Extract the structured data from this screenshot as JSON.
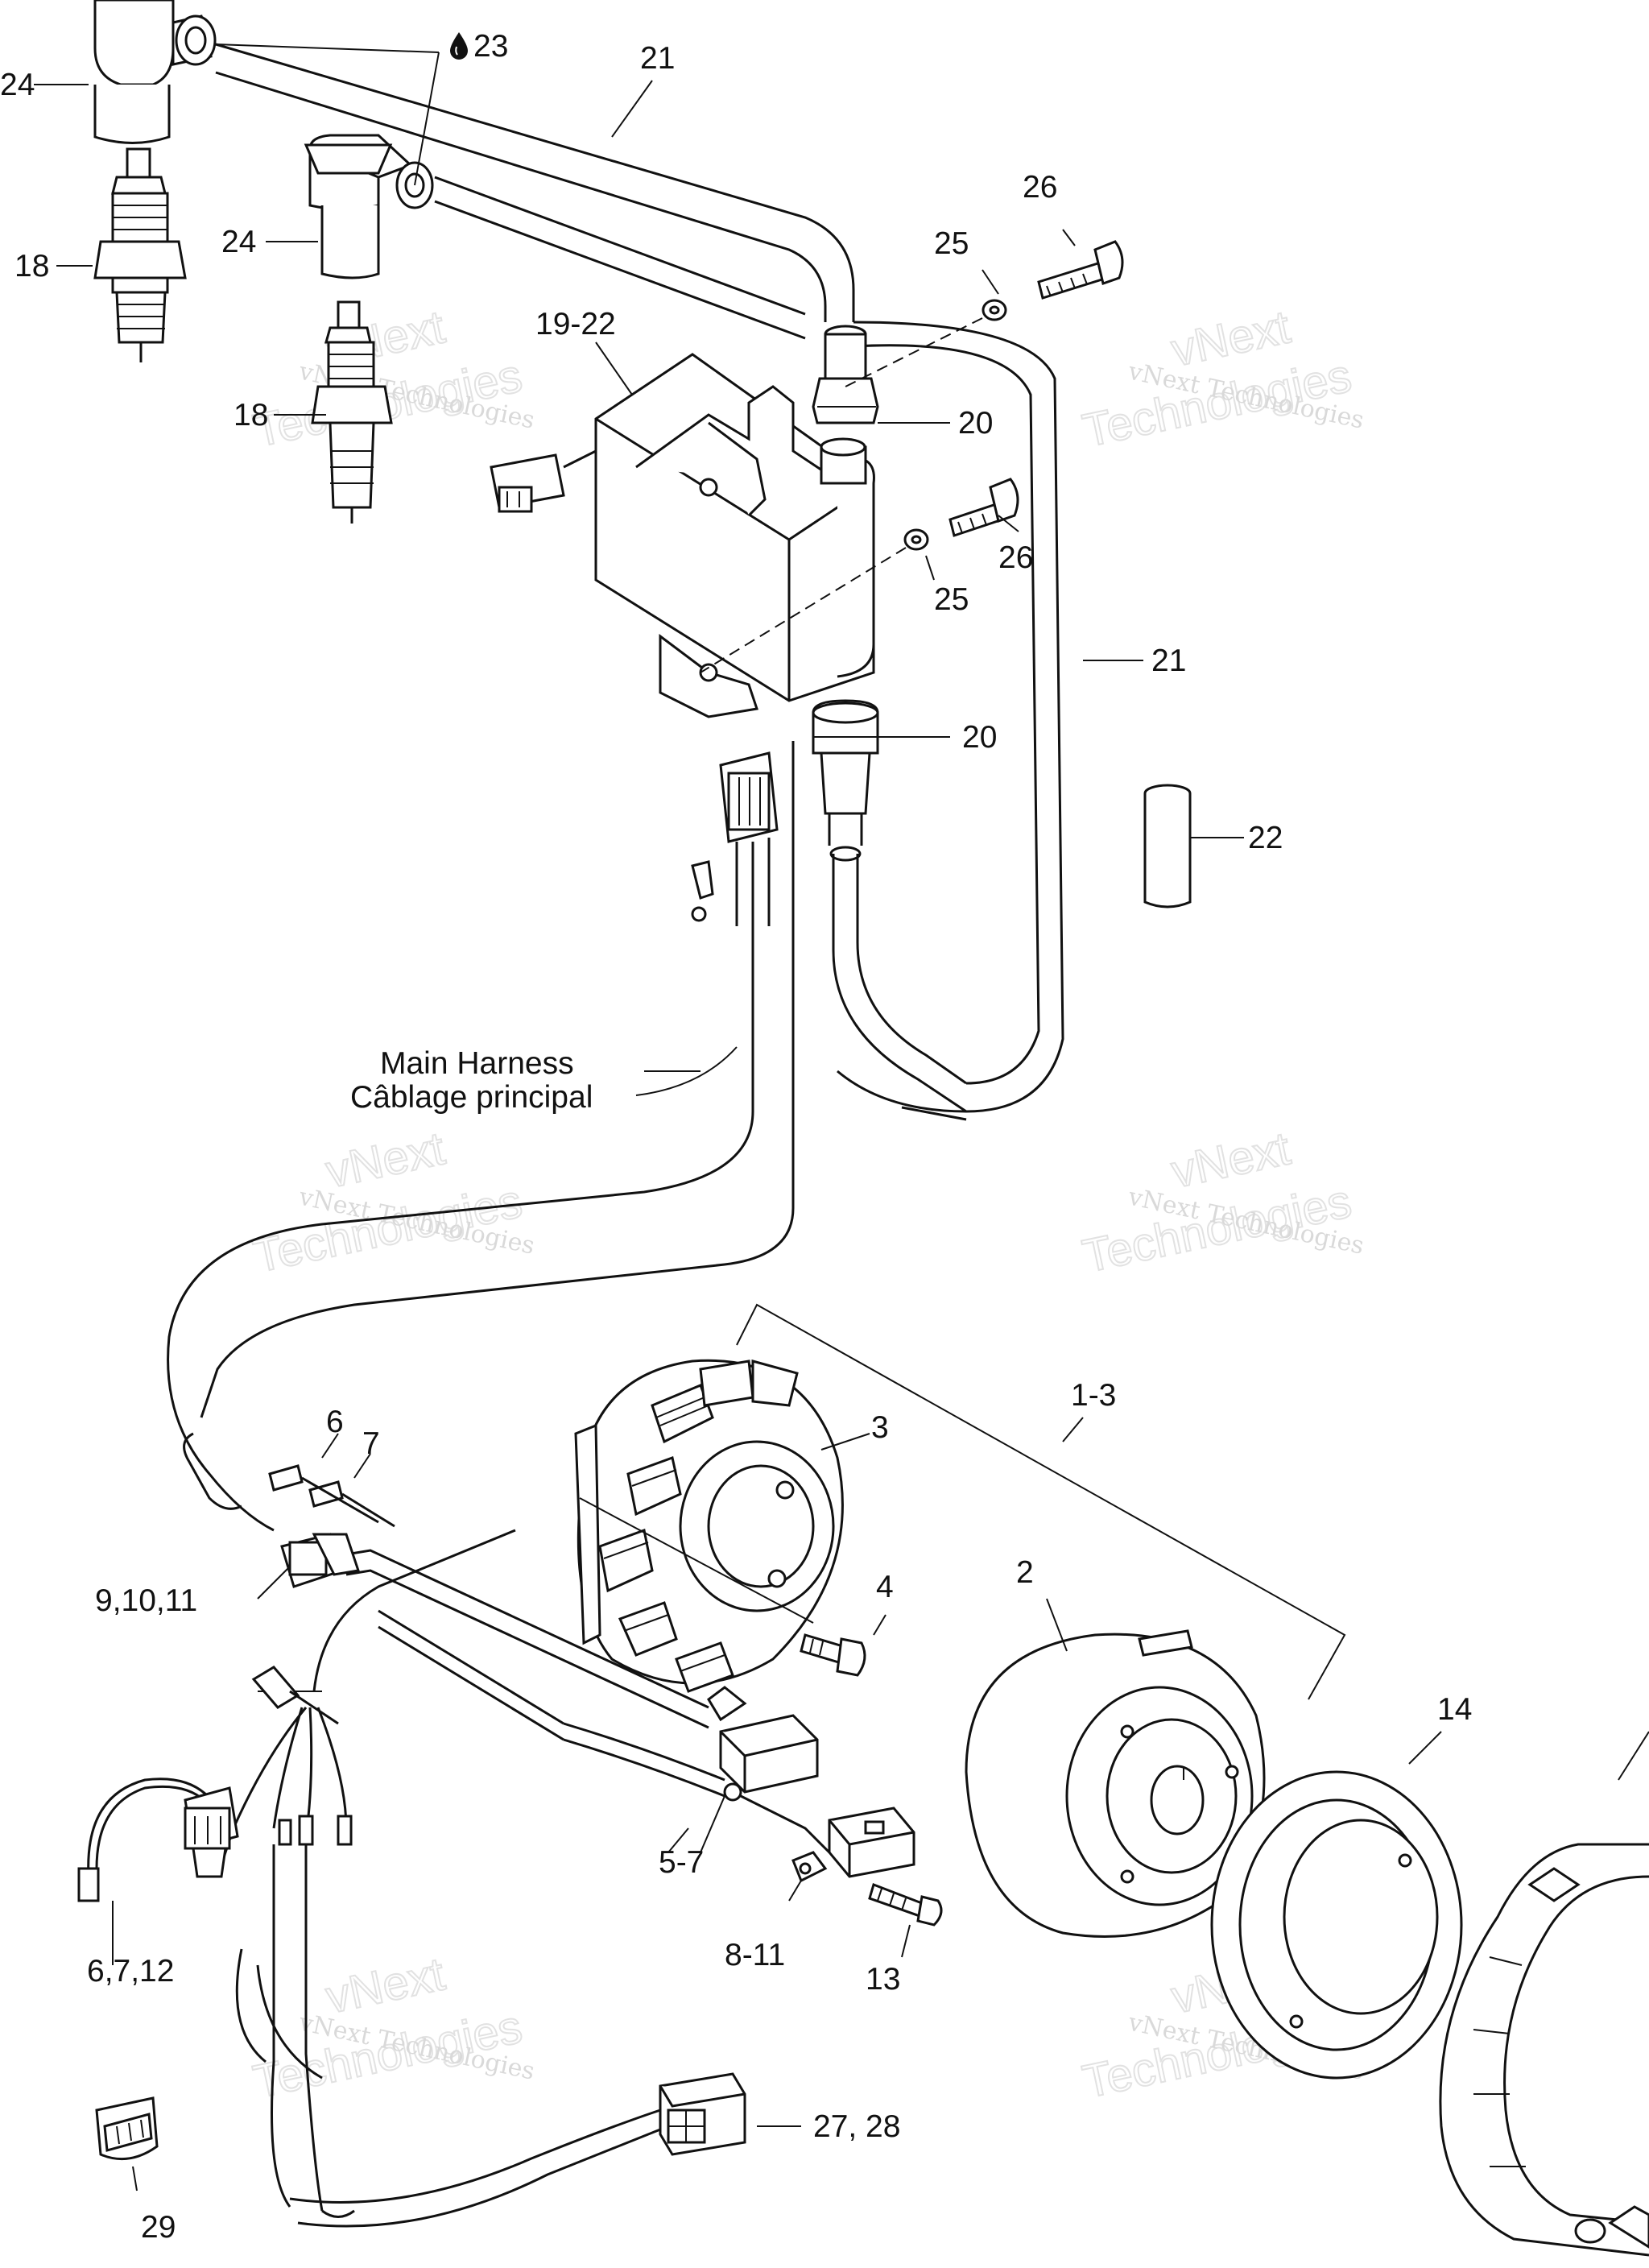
{
  "diagram": {
    "callouts": {
      "c24a": "24",
      "c23": "23",
      "c21a": "21",
      "c18a": "18",
      "c24b": "24",
      "c26a": "26",
      "c25a": "25",
      "c19_22": "19-22",
      "c18b": "18",
      "c20a": "20",
      "c26b": "26",
      "c25b": "25",
      "c21b": "21",
      "c20b": "20",
      "c22": "22",
      "c1_3": "1-3",
      "c6": "6",
      "c7": "7",
      "c3": "3",
      "c9_11": "9,10,11",
      "c4": "4",
      "c2": "2",
      "c14": "14",
      "c5_7": "5-7",
      "c6_7_12": "6,7,12",
      "c8_11": "8-11",
      "c13": "13",
      "c27_28": "27, 28",
      "c29": "29"
    },
    "harness_label": {
      "line1": "Main Harness",
      "line2": "Câblage principal"
    },
    "watermark": {
      "line1": "vNext Technologies",
      "line2": "vNext",
      "line3": "Technologies"
    },
    "icons": {
      "drop": "drop-icon"
    },
    "colors": {
      "ink": "#111111",
      "background": "#ffffff",
      "watermark": "#d9d9d9"
    }
  }
}
